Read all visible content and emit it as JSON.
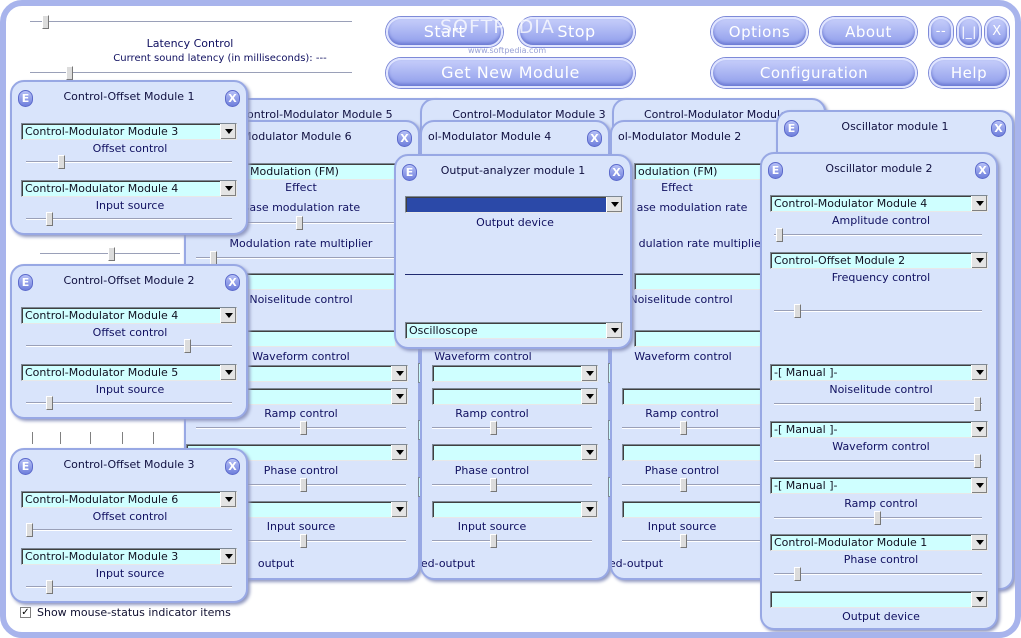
{
  "top": {
    "latency_label": "Latency Control",
    "current_latency": "Current sound latency (in milliseconds):   ---",
    "buttons": {
      "start": "Start",
      "stop": "Stop",
      "get_new_module": "Get New Module",
      "options": "Options",
      "about": "About",
      "configuration": "Configuration",
      "help": "Help",
      "minimize": "--",
      "maximize": "|_|",
      "close": "X"
    },
    "watermark": "SOFTPEDIA",
    "watermark_sub": "www.softpedia.com"
  },
  "footer": {
    "show_mouse_status": "Show mouse-status indicator items",
    "checked": true
  },
  "left_modules": [
    {
      "title": "Control-Offset Module 1",
      "dd1": "Control-Modulator Module 3",
      "label1": "Offset control",
      "dd2": "Control-Modulator Module 4",
      "label2": "Input source"
    },
    {
      "title": "Control-Offset Module 2",
      "dd1": "Control-Modulator Module 4",
      "label1": "Offset control",
      "dd2": "Control-Modulator Module 5",
      "label2": "Input source"
    },
    {
      "title": "Control-Offset Module 3",
      "dd1": "Control-Modulator Module 6",
      "label1": "Offset control",
      "dd2": "Control-Modulator Module 3",
      "label2": "Input source"
    }
  ],
  "back_modules": {
    "m5": "Control-Modulator Module 5",
    "m6": "ontrol-Modulator Module 6",
    "m3": "Control-Modulator Module 3",
    "m4": "ol-Modulator Module 4",
    "m1": "Control-Modulator Module 1",
    "m2": "ol-Modulator Module 2",
    "osc1": "Oscillator module 1"
  },
  "modulator": {
    "mod_fm": "Modulation (FM)",
    "mod_fm_partial": "odulation (FM)",
    "effect": "Effect",
    "base_rate": "Base modulation rate",
    "base_rate_partial": "ase modulation rate",
    "rate_mult": "Modulation rate multiplier",
    "rate_mult_partial": "dulation rate multiplier",
    "noiselitude": "Noiselitude control",
    "waveform": "Waveform control",
    "ramp": "Ramp control",
    "phase": "Phase control",
    "input_source": "Input source",
    "output": "output",
    "ed_output": "ed-output",
    "partial_l": "L"
  },
  "output_analyzer": {
    "title": "Output-analyzer module 1",
    "device_label": "Output device",
    "display": "Oscilloscope"
  },
  "osc2": {
    "title": "Oscillator module 2",
    "amp_source": "Control-Modulator Module 4",
    "amp_label": "Amplitude control",
    "freq_source": "Control-Offset Module 2",
    "freq_label": "Frequency control",
    "noise_source": "-[ Manual ]-",
    "noise_label": "Noiselitude control",
    "wave_source": "-[ Manual ]-",
    "wave_label": "Waveform control",
    "ramp_source": "-[ Manual ]-",
    "ramp_label": "Ramp control",
    "phase_source": "Control-Modulator Module 1",
    "phase_label": "Phase control",
    "output_source": "",
    "output_label": "Output device"
  }
}
